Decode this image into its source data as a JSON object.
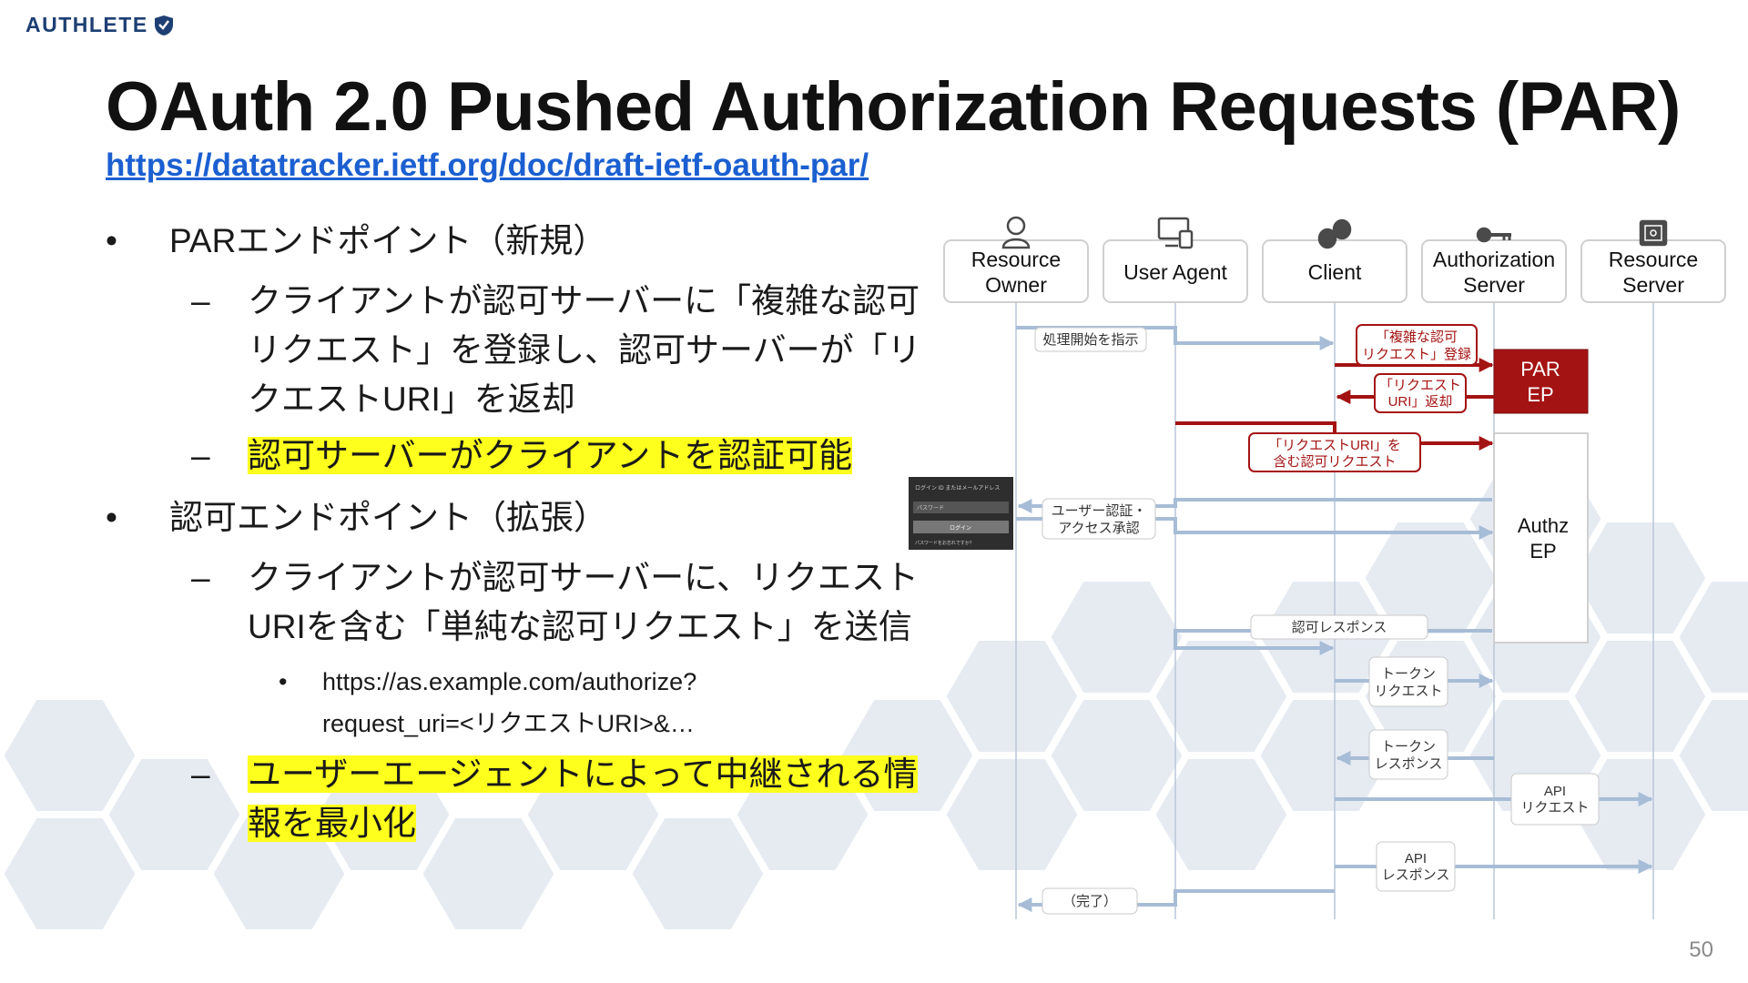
{
  "header": {
    "logo_text": "AUTHLETE",
    "title": "OAuth 2.0 Pushed Authorization Requests (PAR)",
    "link": "https://datatracker.ietf.org/doc/draft-ietf-oauth-par/"
  },
  "bullets": {
    "bullet_symbol": "•",
    "dash_symbol": "–",
    "sub_bullet_symbol": "•",
    "b1": "PARエンドポイント（新規）",
    "b1_1_l1": "クライアントが認可サーバーに「複雑な認可",
    "b1_1_l2": "リクエスト」を登録し、認可サーバーが「リ",
    "b1_1_l3": "クエストURI」を返却",
    "b1_2": "認可サーバーがクライアントを認証可能",
    "b2": "認可エンドポイント（拡張）",
    "b2_1_l1": "クライアントが認可サーバーに、リクエスト",
    "b2_1_l2": "URIを含む「単純な認可リクエスト」を送信",
    "b2_1_1_l1": "https://as.example.com/authorize?",
    "b2_1_1_l2": "request_uri=<リクエストURI>&…",
    "b2_2_l1": "ユーザーエージェントによって中継される情",
    "b2_2_l2": "報を最小化"
  },
  "diagram": {
    "actors": [
      {
        "line1": "Resource",
        "line2": "Owner",
        "icon": "person-icon"
      },
      {
        "line1": "User Agent",
        "line2": "",
        "icon": "devices-icon"
      },
      {
        "line1": "Client",
        "line2": "",
        "icon": "masks-icon"
      },
      {
        "line1": "Authorization",
        "line2": "Server",
        "icon": "key-icon"
      },
      {
        "line1": "Resource",
        "line2": "Server",
        "icon": "safe-icon"
      }
    ],
    "endpoints": {
      "par_l1": "PAR",
      "par_l2": "EP",
      "authz_l1": "Authz",
      "authz_l2": "EP"
    },
    "messages": {
      "start": "処理開始を指示",
      "push_l1": "「複雑な認可",
      "push_l2": "リクエスト」登録",
      "uri_l1": "「リクエスト",
      "uri_l2": "URI」返却",
      "authreq_l1": "「リクエストURI」を",
      "authreq_l2": "含む認可リクエスト",
      "consent_l1": "ユーザー認証・",
      "consent_l2": "アクセス承認",
      "authres": "認可レスポンス",
      "tokreq_l1": "トークン",
      "tokreq_l2": "リクエスト",
      "tokres_l1": "トークン",
      "tokres_l2": "レスポンス",
      "apireq_l1": "API",
      "apireq_l2": "リクエスト",
      "apires_l1": "API",
      "apires_l2": "レスポンス",
      "done": "（完了）"
    },
    "login_form": {
      "id_field": "ログイン ID またはメールアドレス",
      "password_field": "パスワード",
      "login_button": "ログイン",
      "forgot_link": "パスワードをお忘れですか？"
    },
    "colors": {
      "arrow_blue": "#a7bcd6",
      "arrow_red": "#a41313",
      "par_box": "#a41313",
      "highlight": "#ffff1e",
      "link": "#1b5fd1"
    }
  },
  "page_number": "50"
}
